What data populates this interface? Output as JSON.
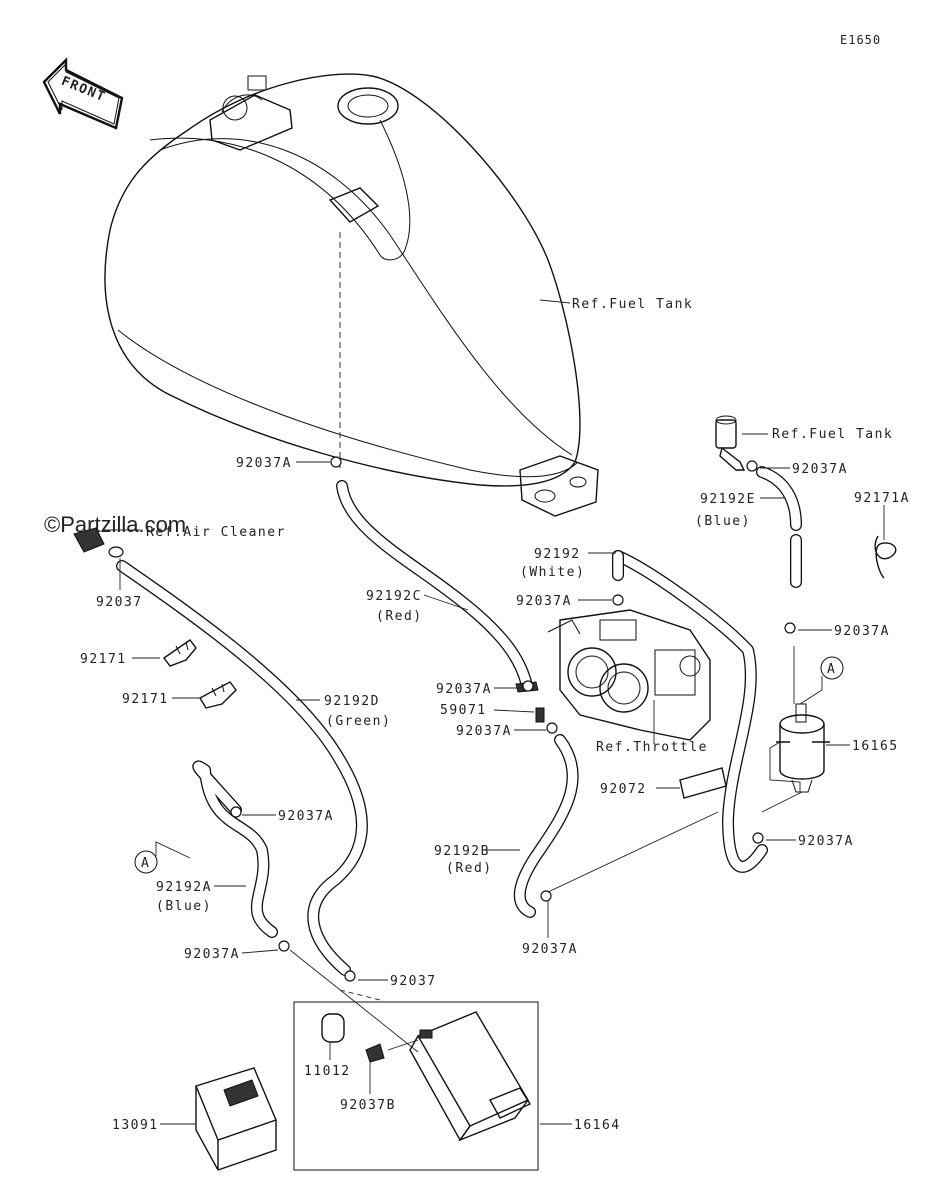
{
  "diagram_code": "E1650",
  "watermark": "©Partzilla.com",
  "front_arrow": "FRONT",
  "callouts": {
    "ref_fuel_tank_main": "Ref.Fuel Tank",
    "ref_fuel_tank_small": "Ref.Fuel Tank",
    "ref_air_cleaner": "Ref.Air Cleaner",
    "ref_throttle": "Ref.Throttle",
    "c_92037_top": "92037",
    "c_92037_bottom": "92037",
    "c_92037A_tank": "92037A",
    "c_92037A_right_top": "92037A",
    "c_92037A_right_mid": "92037A",
    "c_92037A_right_low": "92037A",
    "c_92037A_throttle_top": "92037A",
    "c_92037A_mid1": "92037A",
    "c_92037A_mid2": "92037A",
    "c_92037A_left": "92037A",
    "c_92037A_lower_left": "92037A",
    "c_92037A_bottom_mid": "92037A",
    "c_92037B": "92037B",
    "c_92171_a": "92171",
    "c_92171_b": "92171",
    "c_92171A": "92171A",
    "c_92192": "92192",
    "c_92192_note": "(White)",
    "c_92192A": "92192A",
    "c_92192A_note": "(Blue)",
    "c_92192B": "92192B",
    "c_92192B_note": "(Red)",
    "c_92192C": "92192C",
    "c_92192C_note": "(Red)",
    "c_92192D": "92192D",
    "c_92192D_note": "(Green)",
    "c_92192E": "92192E",
    "c_92192E_note": "(Blue)",
    "c_59071": "59071",
    "c_92072": "92072",
    "c_16165": "16165",
    "c_16164": "16164",
    "c_11012": "11012",
    "c_13091": "13091",
    "ref_A_left": "A",
    "ref_A_right": "A"
  }
}
